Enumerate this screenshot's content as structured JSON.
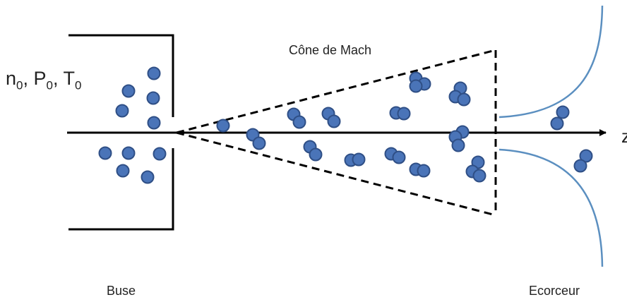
{
  "labels": {
    "source": {
      "n": "n",
      "p": "P",
      "t": "T",
      "sub": "0",
      "sep": ", "
    },
    "cone": "Cône de Mach",
    "nozzle": "Buse",
    "skimmer": "Ecorceur",
    "axis": "z"
  },
  "colors": {
    "particle_fill": "#4a74b8",
    "particle_stroke": "#2f4f86",
    "skimmer_curve": "#5b8fc0",
    "line": "#000000"
  }
}
